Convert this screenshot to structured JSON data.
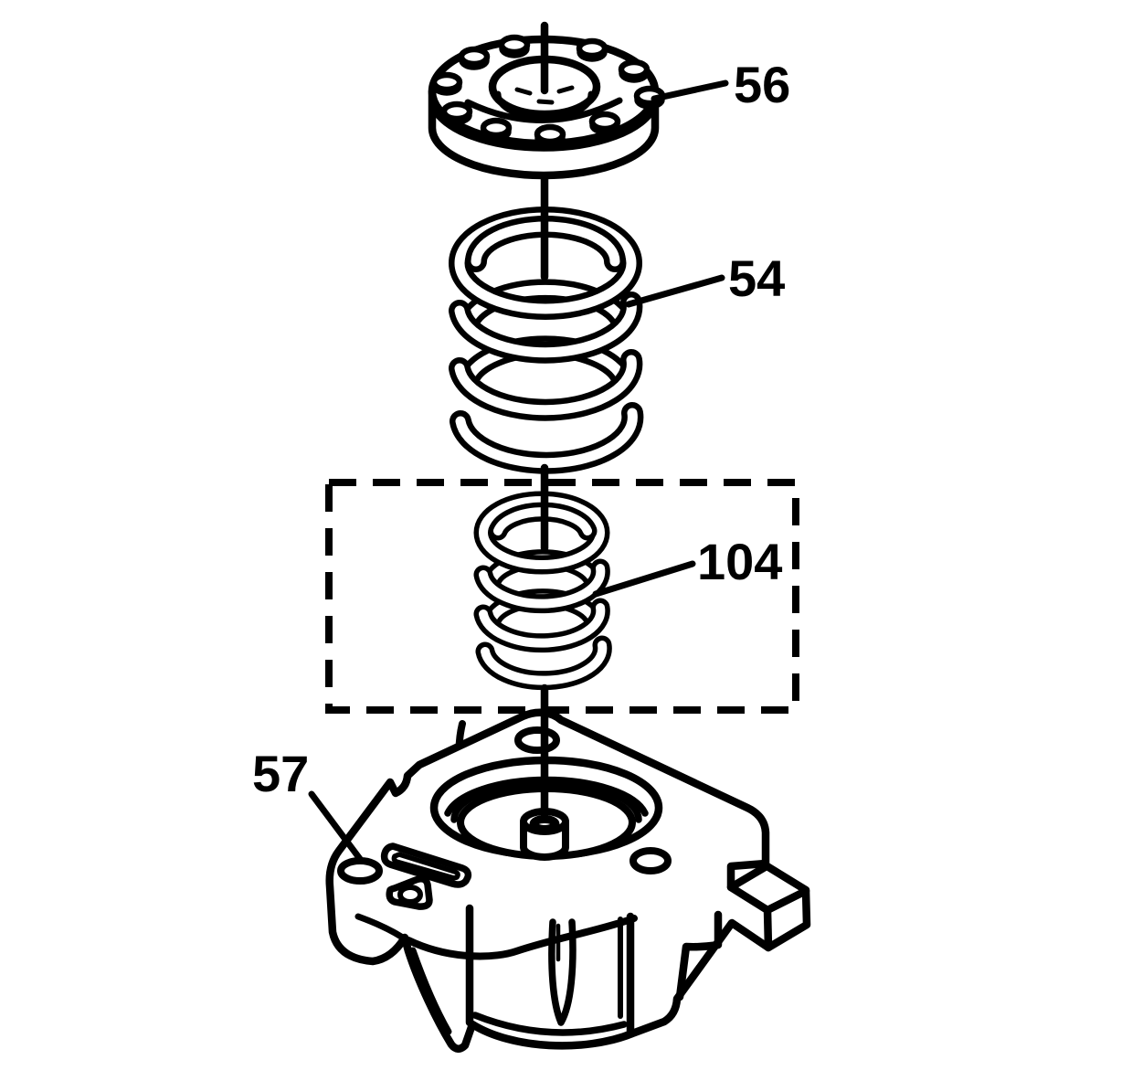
{
  "diagram": {
    "background_color": "#ffffff",
    "line_color": "#000000",
    "callouts": {
      "piston_cover": {
        "label": "56"
      },
      "large_spring": {
        "label": "54"
      },
      "small_spring": {
        "label": "104"
      },
      "housing": {
        "label": "57"
      }
    }
  }
}
